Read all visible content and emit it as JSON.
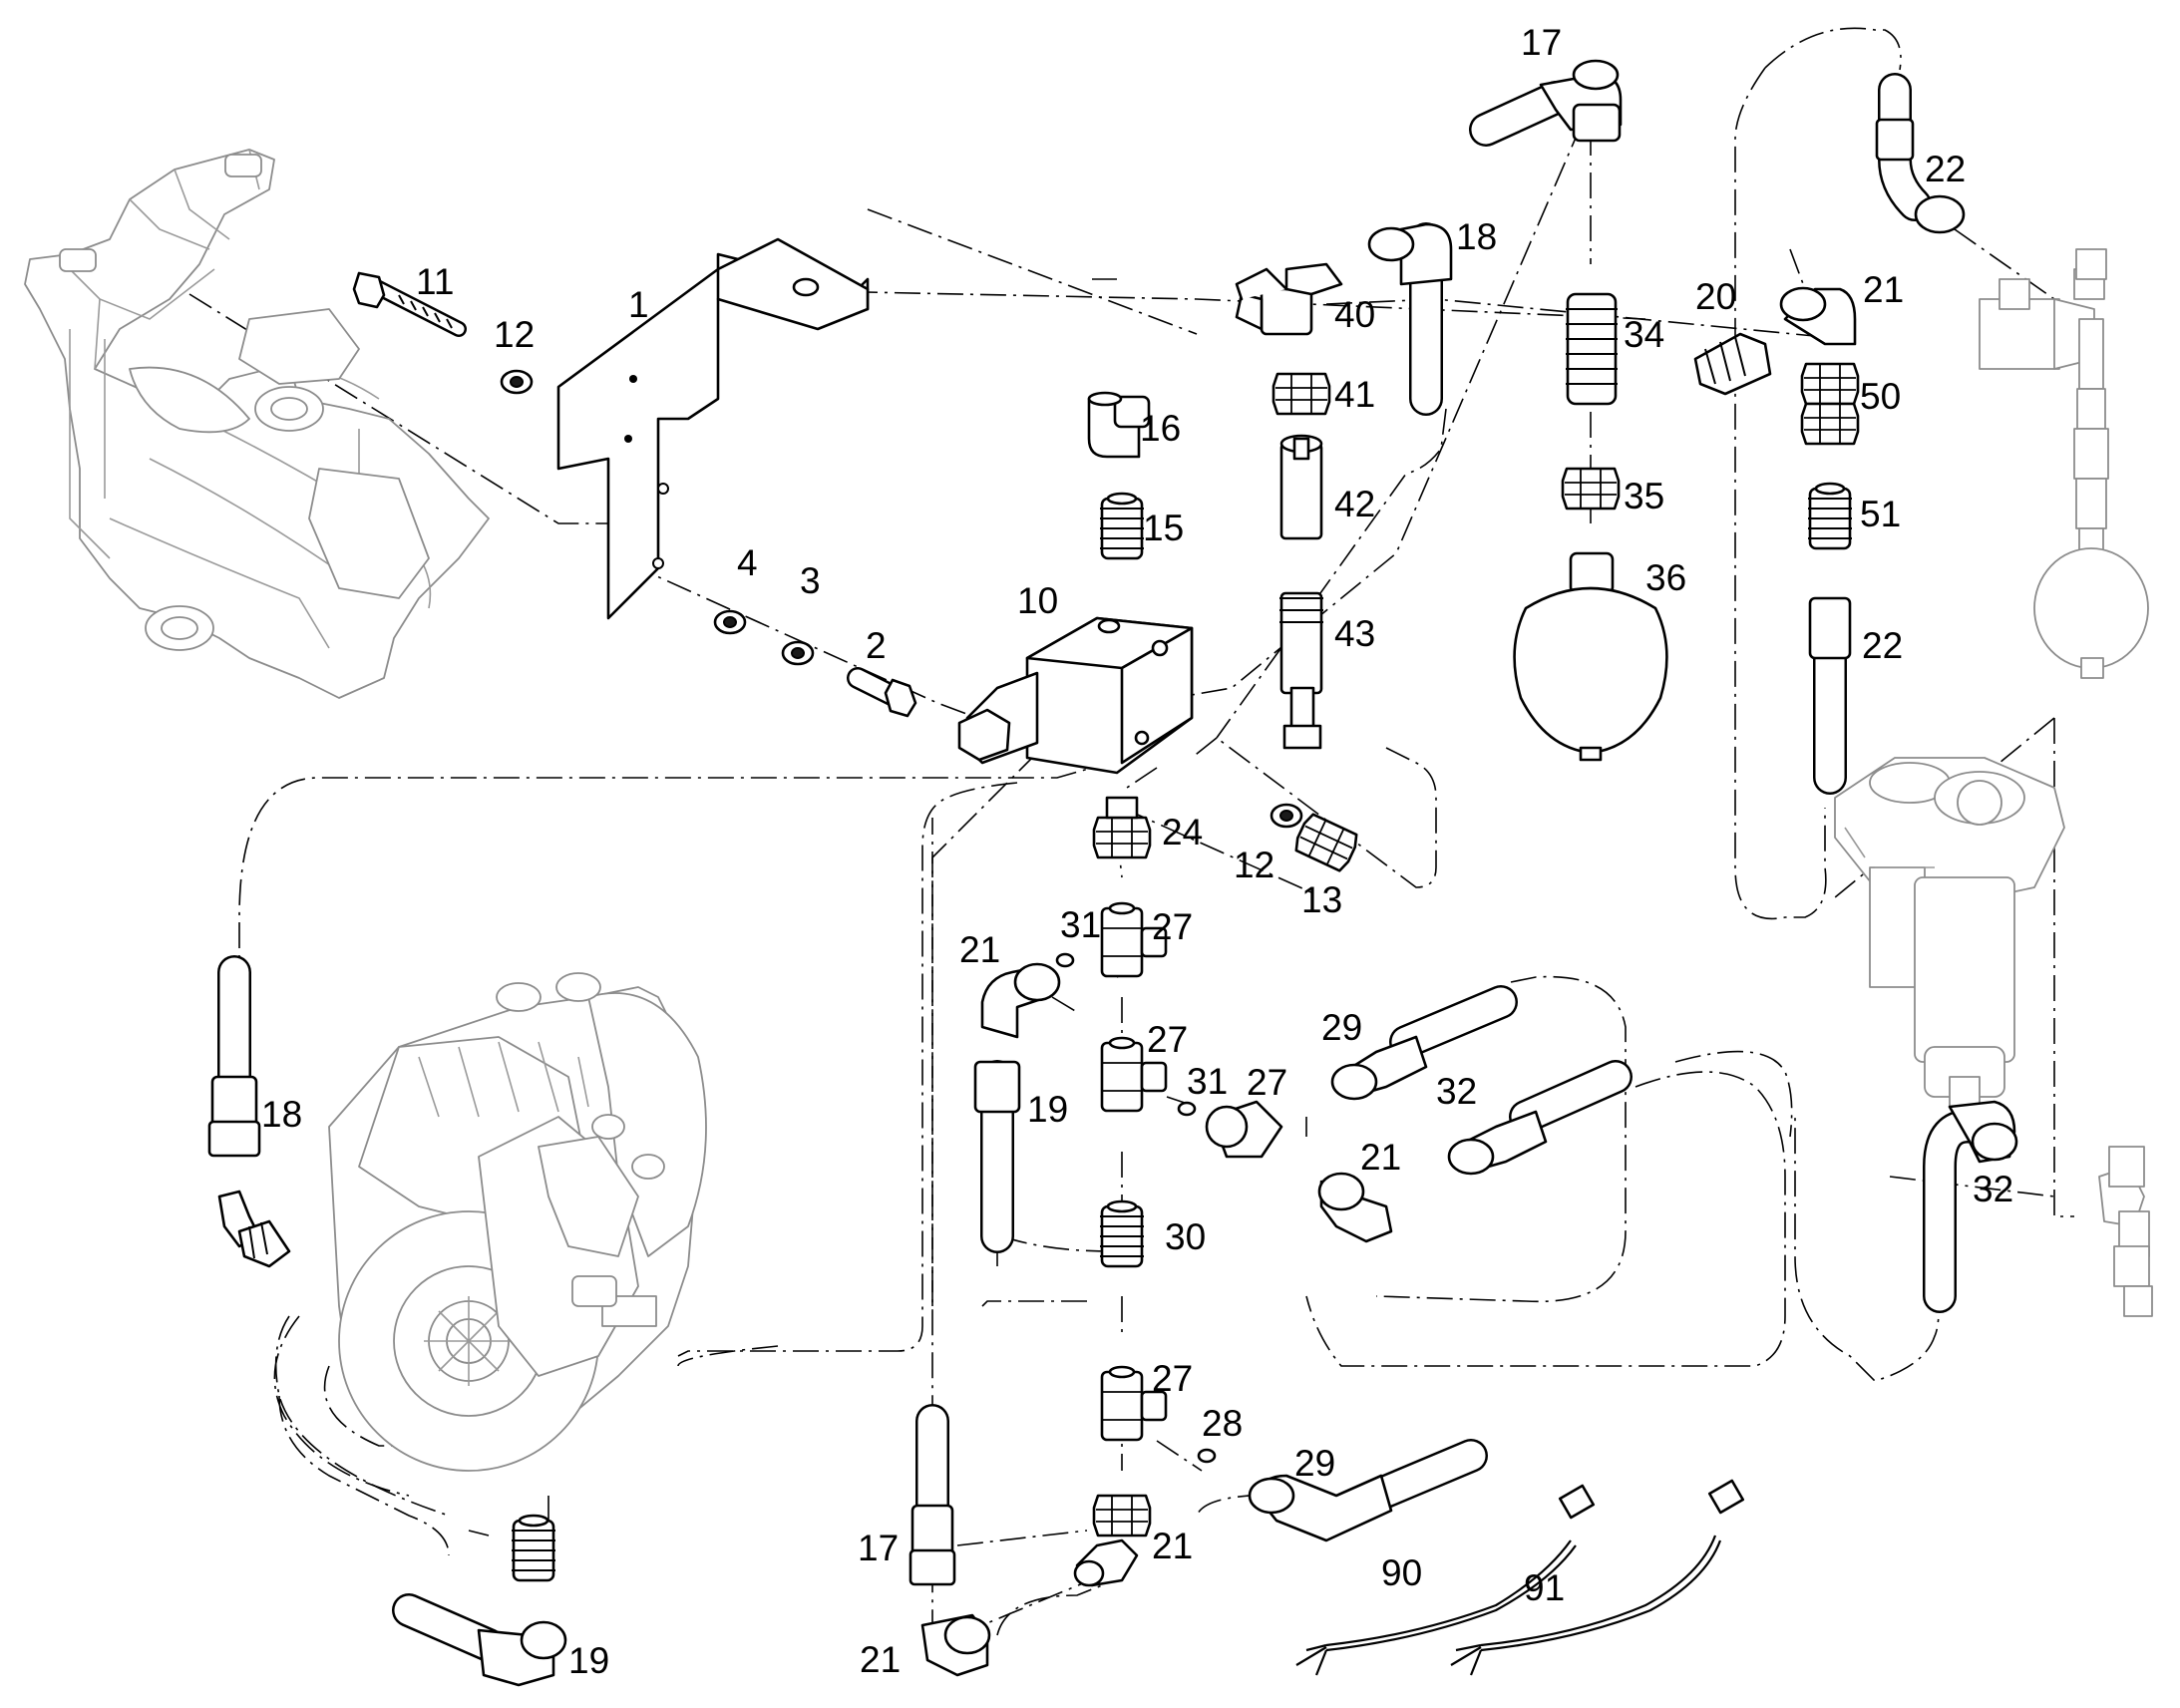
{
  "diagram": {
    "parts": [
      {
        "id": "p1",
        "label": "1",
        "name": "mounting bracket"
      },
      {
        "id": "p2",
        "label": "2",
        "name": "bolt"
      },
      {
        "id": "p3",
        "label": "3",
        "name": "washer"
      },
      {
        "id": "p4",
        "label": "4",
        "name": "washer"
      },
      {
        "id": "p10",
        "label": "10",
        "name": "valve block"
      },
      {
        "id": "p11",
        "label": "11",
        "name": "bolt"
      },
      {
        "id": "p12a",
        "label": "12",
        "name": "washer upper"
      },
      {
        "id": "p12b",
        "label": "12",
        "name": "washer lower"
      },
      {
        "id": "p13",
        "label": "13",
        "name": "nut"
      },
      {
        "id": "p15",
        "label": "15",
        "name": "adapter"
      },
      {
        "id": "p16",
        "label": "16",
        "name": "elbow"
      },
      {
        "id": "p17a",
        "label": "17",
        "name": "hose upper"
      },
      {
        "id": "p17b",
        "label": "17",
        "name": "hose lower"
      },
      {
        "id": "p18a",
        "label": "18",
        "name": "hose upper"
      },
      {
        "id": "p18b",
        "label": "18",
        "name": "hose left"
      },
      {
        "id": "p19a",
        "label": "19",
        "name": "hose middle"
      },
      {
        "id": "p19b",
        "label": "19",
        "name": "hose bottom"
      },
      {
        "id": "p20",
        "label": "20",
        "name": "adapter"
      },
      {
        "id": "p21a",
        "label": "21",
        "name": "elbow upper right"
      },
      {
        "id": "p21b",
        "label": "21",
        "name": "elbow left"
      },
      {
        "id": "p21c",
        "label": "21",
        "name": "elbow middle"
      },
      {
        "id": "p21d",
        "label": "21",
        "name": "elbow lower"
      },
      {
        "id": "p21e",
        "label": "21",
        "name": "elbow bottom"
      },
      {
        "id": "p22a",
        "label": "22",
        "name": "hose top right"
      },
      {
        "id": "p22b",
        "label": "22",
        "name": "hose right"
      },
      {
        "id": "p24",
        "label": "24",
        "name": "adapter"
      },
      {
        "id": "p27a",
        "label": "27",
        "name": "tee upper"
      },
      {
        "id": "p27b",
        "label": "27",
        "name": "tee middle"
      },
      {
        "id": "p27c",
        "label": "27",
        "name": "tee side"
      },
      {
        "id": "p27d",
        "label": "27",
        "name": "tee lower"
      },
      {
        "id": "p28",
        "label": "28",
        "name": "seal"
      },
      {
        "id": "p29a",
        "label": "29",
        "name": "hose upper"
      },
      {
        "id": "p29b",
        "label": "29",
        "name": "hose lower"
      },
      {
        "id": "p30",
        "label": "30",
        "name": "adapter"
      },
      {
        "id": "p31a",
        "label": "31",
        "name": "seal upper"
      },
      {
        "id": "p31b",
        "label": "31",
        "name": "seal lower"
      },
      {
        "id": "p32a",
        "label": "32",
        "name": "hose middle"
      },
      {
        "id": "p32b",
        "label": "32",
        "name": "hose right"
      },
      {
        "id": "p34",
        "label": "34",
        "name": "adapter"
      },
      {
        "id": "p35",
        "label": "35",
        "name": "adapter"
      },
      {
        "id": "p36",
        "label": "36",
        "name": "accumulator"
      },
      {
        "id": "p40",
        "label": "40",
        "name": "tee"
      },
      {
        "id": "p41",
        "label": "41",
        "name": "nut"
      },
      {
        "id": "p42",
        "label": "42",
        "name": "sleeve"
      },
      {
        "id": "p43",
        "label": "43",
        "name": "pressure switch"
      },
      {
        "id": "p50",
        "label": "50",
        "name": "adapter"
      },
      {
        "id": "p51",
        "label": "51",
        "name": "adapter"
      },
      {
        "id": "p90",
        "label": "90",
        "name": "cable harness"
      },
      {
        "id": "p91",
        "label": "91",
        "name": "cable harness"
      }
    ]
  }
}
